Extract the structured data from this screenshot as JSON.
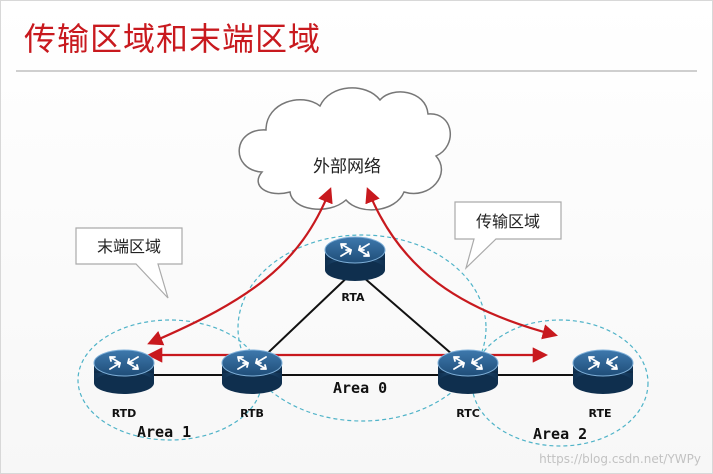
{
  "title": "传输区域和末端区域",
  "cloud": {
    "label": "外部网络"
  },
  "callouts": {
    "stub": "末端区域",
    "transit": "传输区域"
  },
  "routers": {
    "rta": "RTA",
    "rtb": "RTB",
    "rtc": "RTC",
    "rtd": "RTD",
    "rte": "RTE"
  },
  "areas": {
    "area0": "Area 0",
    "area1": "Area 1",
    "area2": "Area 2"
  },
  "watermark": "https://blog.csdn.net/YWPy",
  "colors": {
    "title": "#c8191e",
    "arrow": "#c8191e",
    "router": "#1d4a73",
    "area_border": "#4fb3c8"
  }
}
